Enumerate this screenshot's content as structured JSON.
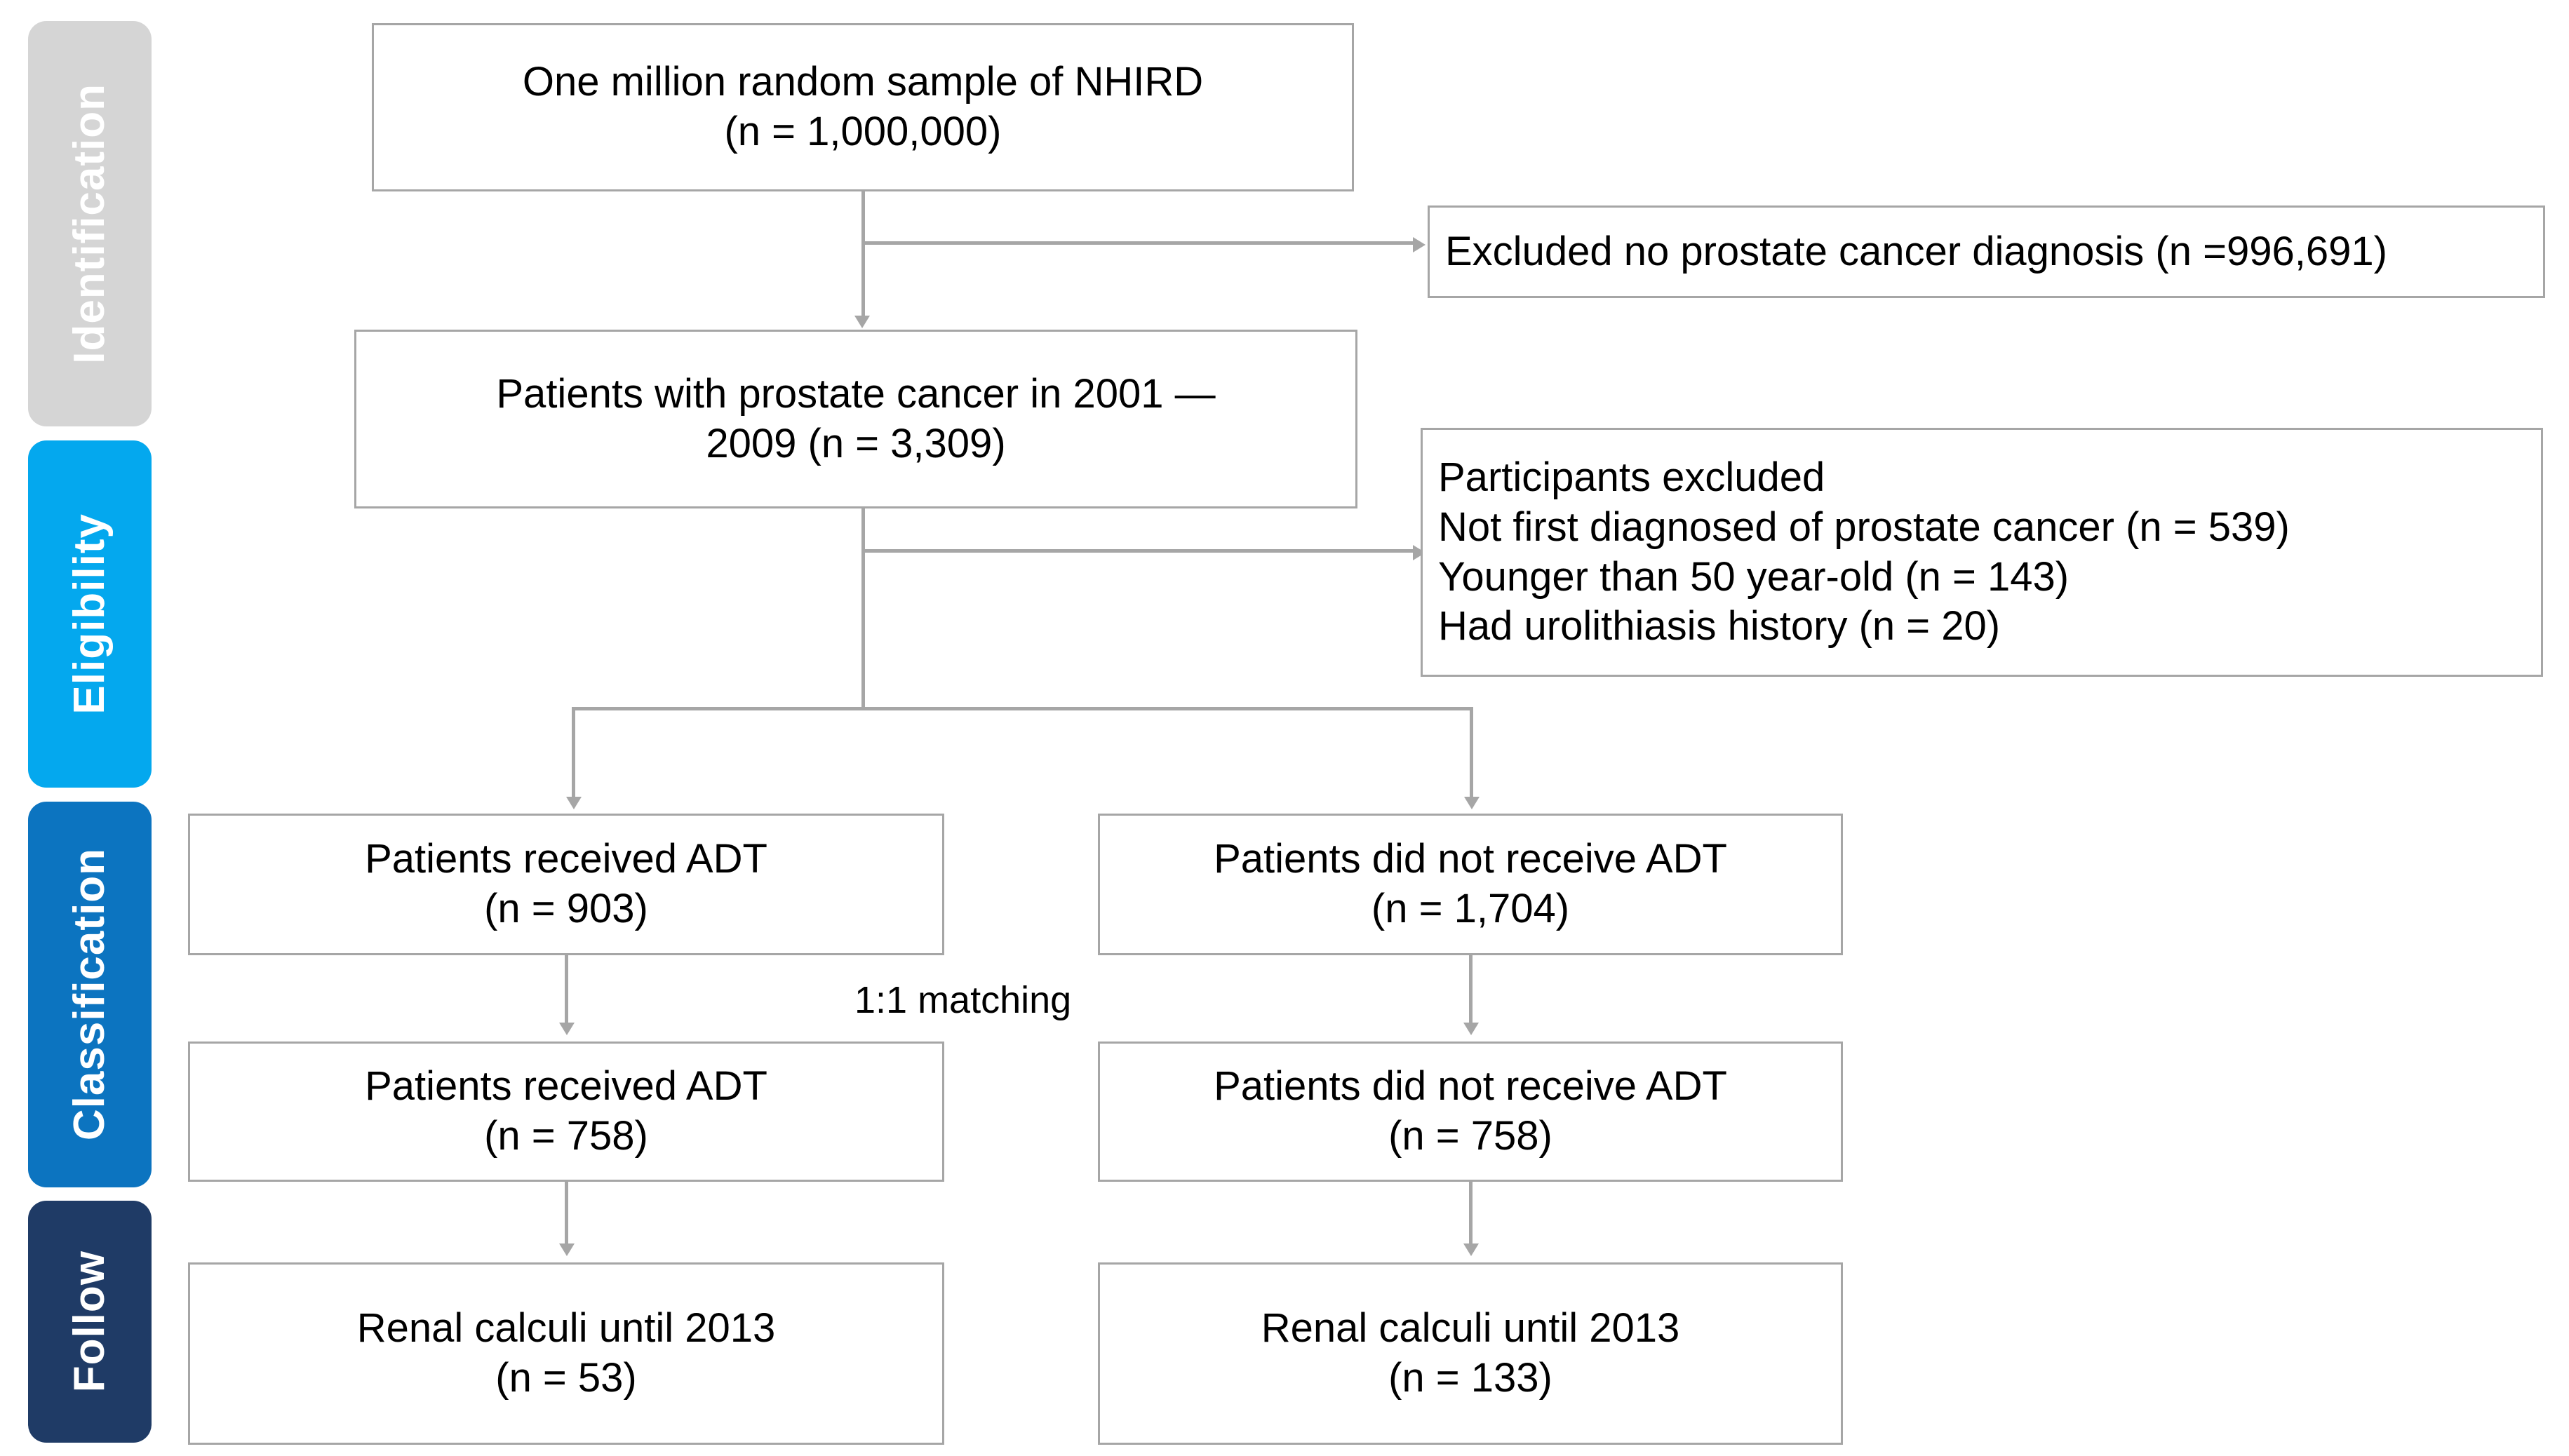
{
  "stages": [
    {
      "id": "identification",
      "label": "Identification",
      "color": "#D5D5D5"
    },
    {
      "id": "eligibility",
      "label": "Eligibility",
      "color": "#04A8EE"
    },
    {
      "id": "classification",
      "label": "Classification",
      "color": "#0C74C0"
    },
    {
      "id": "follow",
      "label": "Follow",
      "color": "#1F3B66"
    }
  ],
  "boxes": {
    "source": {
      "line1": "One million random sample of NHIRD",
      "line2": "(n = 1,000,000)"
    },
    "excluded_1": {
      "line1": "Excluded no prostate cancer diagnosis (n =996,691)"
    },
    "cohort": {
      "line1": "Patients with prostate cancer in 2001 —",
      "line2": "2009 (n = 3,309)"
    },
    "excluded_2": {
      "line1": "Participants excluded",
      "line2": "Not first diagnosed of prostate cancer  (n = 539)",
      "line3": "Younger than 50 year-old (n = 143)",
      "line4": "Had urolithiasis history (n = 20)"
    },
    "adt_1": {
      "line1": "Patients received ADT",
      "line2": "(n = 903)"
    },
    "noadt_1": {
      "line1": "Patients did not receive ADT",
      "line2": "(n = 1,704)"
    },
    "adt_2": {
      "line1": "Patients received ADT",
      "line2": "(n = 758)"
    },
    "noadt_2": {
      "line1": "Patients did not receive ADT",
      "line2": "(n = 758)"
    },
    "outcome_1": {
      "line1": "Renal calculi until 2013",
      "line2": "(n = 53)"
    },
    "outcome_2": {
      "line1": "Renal calculi until 2013",
      "line2": "(n = 133)"
    }
  },
  "annotations": {
    "matching": "1:1 matching"
  },
  "colors": {
    "box_border": "#A6A6A6",
    "connector": "#A6A6A6",
    "text": "#000000",
    "background": "#FFFFFF"
  },
  "chart_data": {
    "type": "diagram",
    "title": "PRISMA-style study flow diagram",
    "nodes": [
      {
        "id": "source",
        "stage": "identification",
        "label": "One million random sample of NHIRD",
        "n": 1000000
      },
      {
        "id": "excluded_1",
        "stage": "identification",
        "label": "Excluded no prostate cancer diagnosis",
        "n": 996691
      },
      {
        "id": "cohort",
        "stage": "eligibility",
        "label": "Patients with prostate cancer in 2001 — 2009",
        "n": 3309
      },
      {
        "id": "excluded_2a",
        "stage": "eligibility",
        "label": "Not first diagnosed of prostate cancer",
        "n": 539
      },
      {
        "id": "excluded_2b",
        "stage": "eligibility",
        "label": "Younger than 50 year-old",
        "n": 143
      },
      {
        "id": "excluded_2c",
        "stage": "eligibility",
        "label": "Had urolithiasis history",
        "n": 20
      },
      {
        "id": "adt_1",
        "stage": "classification",
        "label": "Patients received ADT",
        "n": 903
      },
      {
        "id": "noadt_1",
        "stage": "classification",
        "label": "Patients did not receive ADT",
        "n": 1704
      },
      {
        "id": "adt_2",
        "stage": "classification",
        "label": "Patients received ADT",
        "n": 758
      },
      {
        "id": "noadt_2",
        "stage": "classification",
        "label": "Patients did not receive ADT",
        "n": 758
      },
      {
        "id": "outcome_1",
        "stage": "follow",
        "label": "Renal calculi until 2013",
        "n": 53
      },
      {
        "id": "outcome_2",
        "stage": "follow",
        "label": "Renal calculi until 2013",
        "n": 133
      }
    ],
    "edges": [
      {
        "from": "source",
        "to": "cohort"
      },
      {
        "from": "source",
        "to": "excluded_1"
      },
      {
        "from": "cohort",
        "to": "adt_1"
      },
      {
        "from": "cohort",
        "to": "noadt_1"
      },
      {
        "from": "adt_1",
        "to": "adt_2",
        "label": "1:1 matching"
      },
      {
        "from": "noadt_1",
        "to": "noadt_2",
        "label": "1:1 matching"
      },
      {
        "from": "adt_2",
        "to": "outcome_1"
      },
      {
        "from": "noadt_2",
        "to": "outcome_2"
      }
    ]
  }
}
